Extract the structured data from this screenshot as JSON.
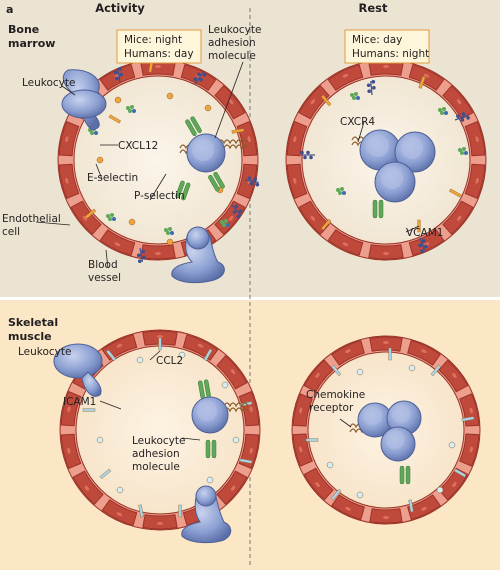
{
  "panel_letter": "a",
  "columns": {
    "activity": "Activity",
    "rest": "Rest"
  },
  "rows": {
    "bone_marrow": {
      "title_line1": "Bone",
      "title_line2": "marrow",
      "activity_box": {
        "line1": "Mice: night",
        "line2": "Humans: day"
      },
      "rest_box": {
        "line1": "Mice: day",
        "line2": "Humans: night"
      },
      "labels": {
        "leukocyte": "Leukocyte",
        "adhesion_line1": "Leukocyte",
        "adhesion_line2": "adhesion",
        "adhesion_line3": "molecule",
        "cxcl12": "CXCL12",
        "e_selectin": "E-selectin",
        "p_selectin": "P-selectin",
        "endothelial_line1": "Endothelial",
        "endothelial_line2": "cell",
        "blood_line1": "Blood",
        "blood_line2": "vessel",
        "cxcr4": "CXCR4",
        "vcam1": "VCAM1"
      }
    },
    "skeletal_muscle": {
      "title_line1": "Skeletal",
      "title_line2": "muscle",
      "labels": {
        "leukocyte": "Leukocyte",
        "ccl2": "CCL2",
        "icam1": "ICAM1",
        "adhesion_line1": "Leukocyte",
        "adhesion_line2": "adhesion",
        "adhesion_line3": "molecule",
        "chemokine_line1": "Chemokine",
        "chemokine_line2": "receptor"
      }
    }
  },
  "colors": {
    "top_bg": "#ece4d2",
    "bottom_bg": "#fbe7c6",
    "vessel_fill": "#ee9e8c",
    "vessel_cell": "#bf4a3c",
    "vessel_cell_dark": "#9b3327",
    "leukocyte": "#8b9fd2",
    "leukocyte_dark": "#5a6ea8",
    "receptor_green": "#5fa85a",
    "selectin_blue": "#3d4f8f",
    "cytokine_orange": "#f2a33a",
    "icam_light": "#a9d3ea"
  }
}
